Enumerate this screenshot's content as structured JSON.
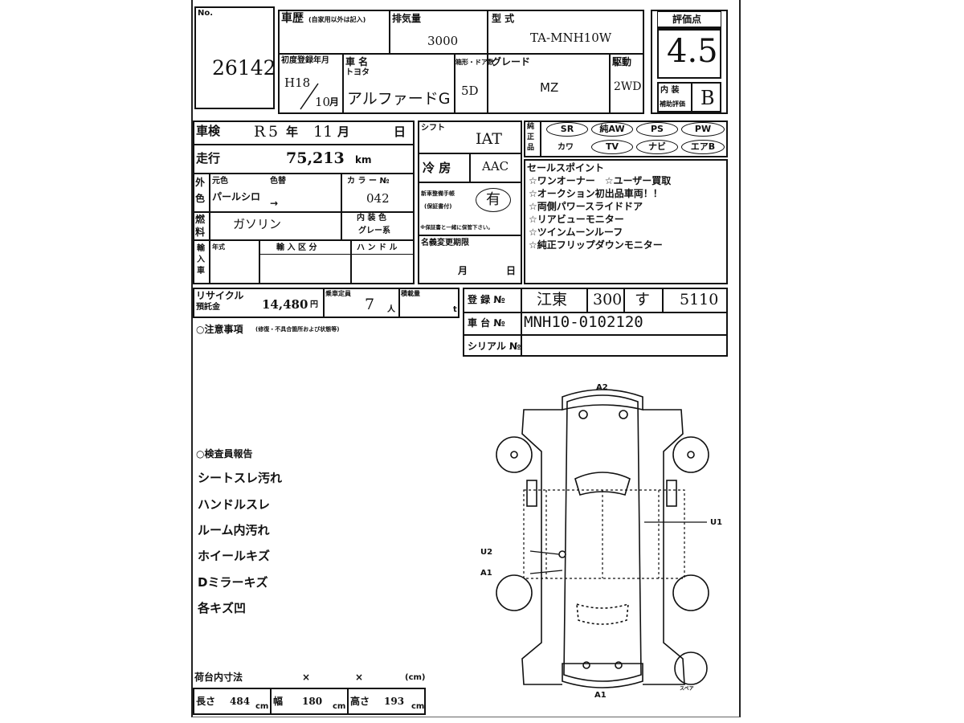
{
  "header": {
    "no_label": "No.",
    "lot_number": "26142",
    "history_label": "車歴",
    "history_note": "(自家用以外は記入)",
    "displacement_label": "排気量",
    "displacement": "3000",
    "model_code_label": "型 式",
    "model_code": "TA-MNH10W",
    "score_label": "評価点",
    "score": "4.5",
    "first_reg_label": "初度登録年月",
    "first_reg_year": "H18",
    "first_reg_month": "10",
    "month_unit": "月",
    "car_name_label": "車 名",
    "maker": "トヨタ",
    "car_name": "アルファードG",
    "doors_label": "箱形・ドア数",
    "doors": "5D",
    "grade_label": "グレード",
    "grade": "MZ",
    "drive_label": "駆動",
    "drive": "2WD",
    "interior_score_label_1": "内 装",
    "interior_score_label_2": "補助評価",
    "interior_score": "B"
  },
  "specs": {
    "inspection_label": "車検",
    "inspection_era": "R",
    "inspection_year": "5",
    "year_unit": "年",
    "inspection_month": "11",
    "month_unit": "月",
    "day_unit": "日",
    "shift_label": "シフト",
    "shift": "IAT",
    "mileage_label": "走行",
    "mileage": "75,213",
    "mileage_unit": "km",
    "aircon_label": "冷 房",
    "aircon": "AAC",
    "exterior_label_1": "外",
    "exterior_label_2": "色",
    "original_color_label": "元色",
    "color_label": "色替",
    "original_color": "パールシロ",
    "color_arrow": "→",
    "color_no_label": "カ ラ ー №",
    "color_no": "042",
    "warranty_label_1": "新車整備手帳",
    "warranty_label_2": "(保証書付)",
    "warranty_value": "有",
    "warranty_note": "※保証書と一緒に保管下さい。",
    "fuel_label_1": "燃",
    "fuel_label_2": "料",
    "fuel": "ガソリン",
    "interior_color_label": "内 装 色",
    "interior_color": "グレー系",
    "name_change_label": "名義変更期限",
    "name_change_month": "月",
    "name_change_day": "日",
    "import_label_1": "輸",
    "import_label_2": "入",
    "import_label_3": "車",
    "import_year_label": "年式",
    "import_class_label": "輸 入 区 分",
    "handle_label": "ハ ン ド ル"
  },
  "equipment": {
    "label_1": "純",
    "label_2": "正",
    "label_3": "品",
    "items": [
      "SR",
      "純AW",
      "PS",
      "PW",
      "カワ",
      "TV",
      "ナビ",
      "エアB"
    ]
  },
  "sales_points": {
    "title": "セールスポイント",
    "lines": [
      "☆ワンオーナー　☆ユーザー買取",
      "☆オークション初出品車両！！",
      "☆両側パワースライドドア",
      "☆リアビューモニター",
      "☆ツインムーンルーフ",
      "☆純正フリップダウンモニター"
    ]
  },
  "recycle": {
    "label_1": "リサイクル",
    "label_2": "預託金",
    "amount": "14,480",
    "amount_unit": "円",
    "capacity_label": "乗車定員",
    "capacity": "7",
    "capacity_unit": "人",
    "load_label": "積載量",
    "load_unit": "t"
  },
  "notes_label": "○注意事項",
  "notes_sub": "(修復・不具合箇所および状態等)",
  "registration": {
    "plate_label": "登 録 №",
    "plate_region": "江東",
    "plate_class": "300",
    "plate_kana": "す",
    "plate_number": "5110",
    "chassis_label": "車 台 №",
    "chassis": "MNH10-0102120",
    "serial_label": "シリアル №"
  },
  "inspector_report": {
    "title": "○検査員報告",
    "items": [
      "シートスレ汚れ",
      "ハンドルスレ",
      "ルーム内汚れ",
      "ホイールキズ",
      "Dミラーキズ",
      "各キズ凹"
    ]
  },
  "cargo": {
    "label": "荷台内寸法",
    "x1": "×",
    "x2": "×",
    "unit_paren": "(cm)",
    "length_label": "長さ",
    "length": "484",
    "width_label": "幅",
    "width": "180",
    "height_label": "高さ",
    "height": "193",
    "cm": "cm"
  },
  "diagram": {
    "top_label": "A2",
    "bottom_label": "A1",
    "mark_u1": "U1",
    "mark_u2": "U2",
    "mark_a1": "A1",
    "spare_label": "スペア"
  }
}
